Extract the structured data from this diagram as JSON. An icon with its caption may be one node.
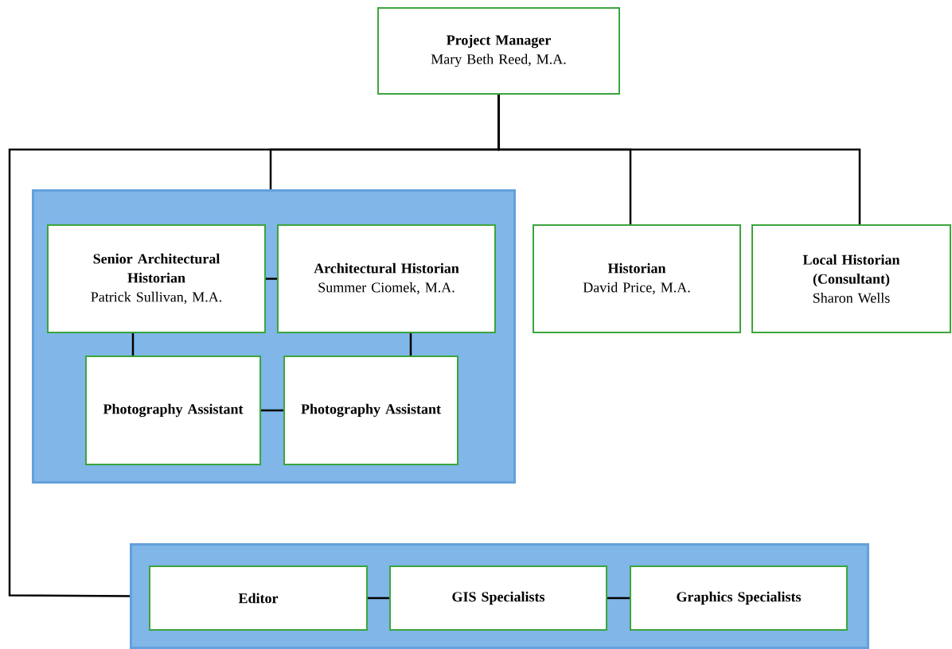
{
  "diagram": {
    "nodes": [
      {
        "text": [
          "Project Manager",
          "Mary Beth Reed, M.A."
        ]
      },
      {
        "text": [],
        "shape": "box"
      },
      {
        "text": [
          "Senior Architectural Historian",
          "Patrick Sullivan, M.A."
        ],
        "in": 1
      },
      {
        "text": [
          "Architectural Historian",
          "Summer Ciomek, M.A."
        ],
        "in": 1
      },
      {
        "text": [
          "Photography Assistant"
        ],
        "in": 1
      },
      {
        "text": [
          "Photography Assistant"
        ],
        "in": 1
      },
      {
        "text": [
          "Historian",
          "David Price, M.A."
        ]
      },
      {
        "text": [
          "Local Historian (Consultant)",
          "Sharon Wells"
        ]
      },
      {
        "text": [],
        "shape": "box"
      },
      {
        "text": [
          "Editor"
        ],
        "in": 8
      },
      {
        "text": [
          "GIS Specialists"
        ],
        "in": 8
      },
      {
        "text": [
          "Graphics Specialists"
        ],
        "in": 8
      }
    ],
    "edges": [
      {
        "from": 0,
        "to": 1,
        "arrow": "none"
      },
      {
        "from": 0,
        "to": 6,
        "arrow": "none"
      },
      {
        "from": 0,
        "to": 7,
        "arrow": "none"
      },
      {
        "from": 0,
        "to": 8,
        "arrow": "none"
      },
      {
        "from": 2,
        "to": 3,
        "arrow": "none"
      },
      {
        "from": 2,
        "to": 4,
        "arrow": "none"
      },
      {
        "from": 3,
        "to": 5,
        "arrow": "none"
      },
      {
        "from": 4,
        "to": 5,
        "arrow": "none"
      },
      {
        "from": 9,
        "to": 10,
        "arrow": "none"
      },
      {
        "from": 10,
        "to": 11,
        "arrow": "none"
      }
    ]
  }
}
